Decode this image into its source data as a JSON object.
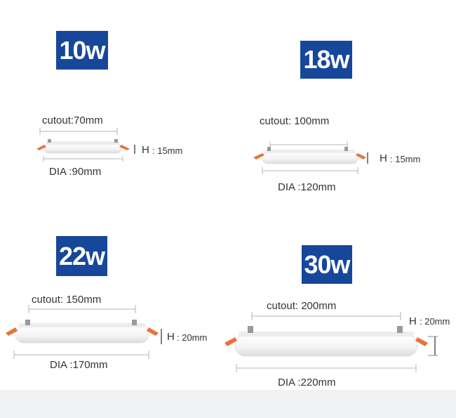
{
  "products": [
    {
      "power": "10w",
      "cutout": "cutout:70mm",
      "height_label": "H",
      "height_value": ": 15mm",
      "dia": "DIA :90mm"
    },
    {
      "power": "18w",
      "cutout": "cutout: 100mm",
      "height_label": "H",
      "height_value": ": 15mm",
      "dia": "DIA :120mm"
    },
    {
      "power": "22w",
      "cutout": "cutout: 150mm",
      "height_label": "H",
      "height_value": ": 20mm",
      "dia": "DIA :170mm"
    },
    {
      "power": "30w",
      "cutout": "cutout: 200mm",
      "height_label": "H",
      "height_value": ": 20mm",
      "dia": "DIA :220mm"
    }
  ],
  "colors": {
    "badge": "#16479a",
    "spring_clip": "#e8743b",
    "lamp_body": "#f4f4f4",
    "dimension_line": "#b5b5b5"
  }
}
